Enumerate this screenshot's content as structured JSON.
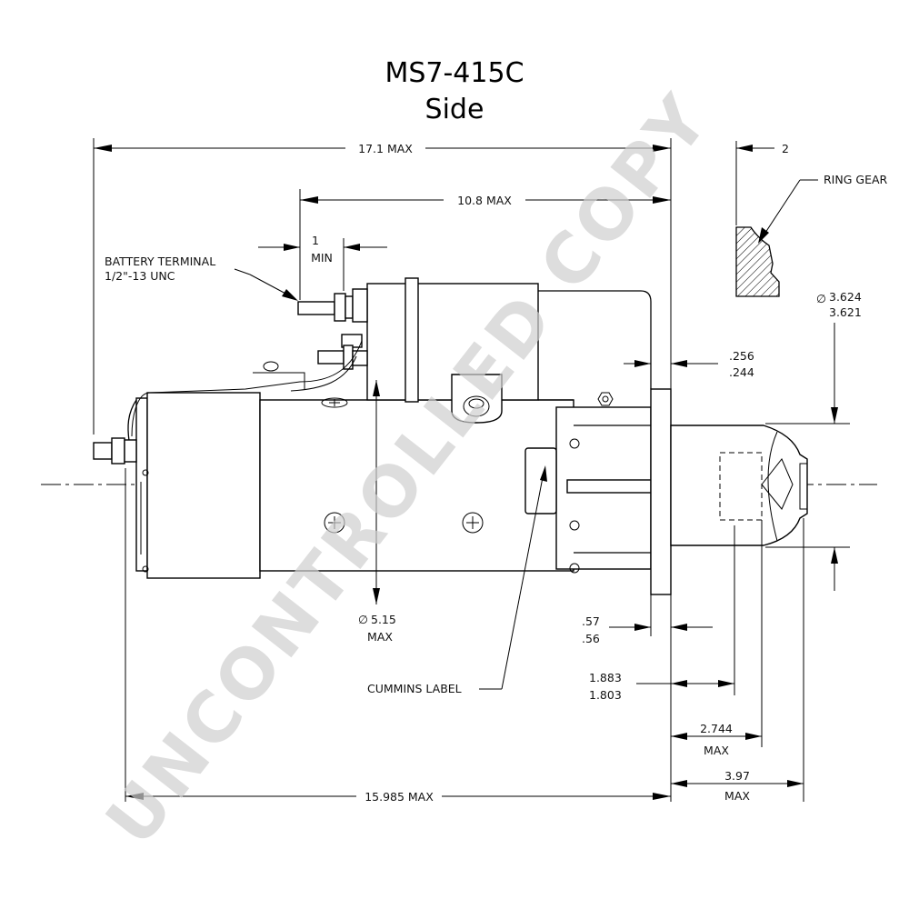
{
  "title": {
    "model": "MS7-415C",
    "view": "Side"
  },
  "watermark": "UNCONTROLLED COPY",
  "labels": {
    "overall_length": "17.1 MAX",
    "solenoid_length": "10.8 MAX",
    "terminal_offset_value": "1",
    "terminal_offset_unit": "MIN",
    "battery_terminal_line1": "BATTERY TERMINAL",
    "battery_terminal_line2": "1/2\"-13 UNC",
    "ring_gear_clearance": "2",
    "ring_gear": "RING GEAR",
    "pilot_dia_upper": "3.624",
    "pilot_dia_lower": "3.621",
    "flange_thk_upper": ".256",
    "flange_thk_lower": ".244",
    "body_dia_value": "5.15",
    "body_dia_unit": "MAX",
    "flange_offset_upper": ".57",
    "flange_offset_lower": ".56",
    "cummins_label": "CUMMINS LABEL",
    "pinion_upper": "1.883",
    "pinion_lower": "1.803",
    "pinion_max_value": "2.744",
    "pinion_max_unit": "MAX",
    "nose_length_value": "3.97",
    "nose_length_unit": "MAX",
    "body_length": "15.985 MAX",
    "diameter_symbol": "∅"
  }
}
